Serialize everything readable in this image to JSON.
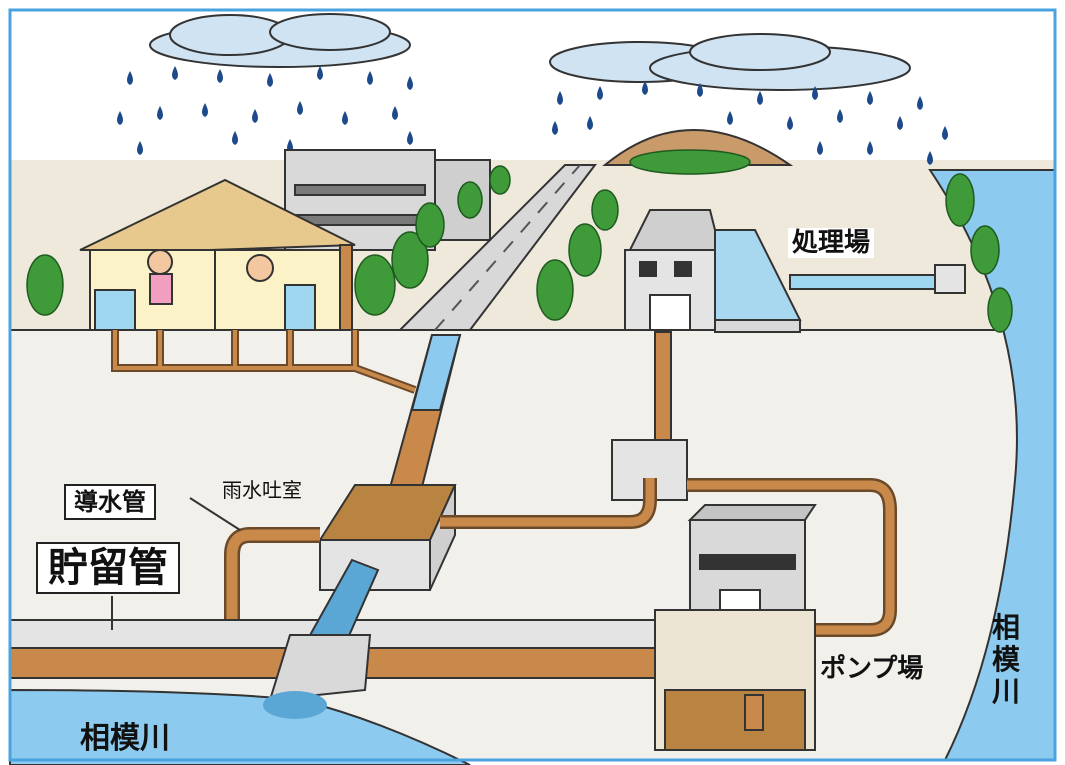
{
  "labels": {
    "treatment_plant": "処理場",
    "intake_pipe": "導水管",
    "overflow_chamber": "雨水吐室",
    "storage_pipe": "貯留管",
    "pump_station": "ポンプ場",
    "river_bottom": "相模川",
    "river_right": "相模川"
  },
  "colors": {
    "sky": "#ffffff",
    "ground": "#efe9dc",
    "field": "#ece5d3",
    "river": "#8ccbef",
    "pipe": "#c8894a",
    "pipe_outline": "#6b4a2a",
    "sewage": "#b98442",
    "tree": "#3f9a3a",
    "building": "#d9d9d9",
    "cloud": "#cfe3f2",
    "rain": "#1d4a8c",
    "frame": "#4aa3df"
  }
}
